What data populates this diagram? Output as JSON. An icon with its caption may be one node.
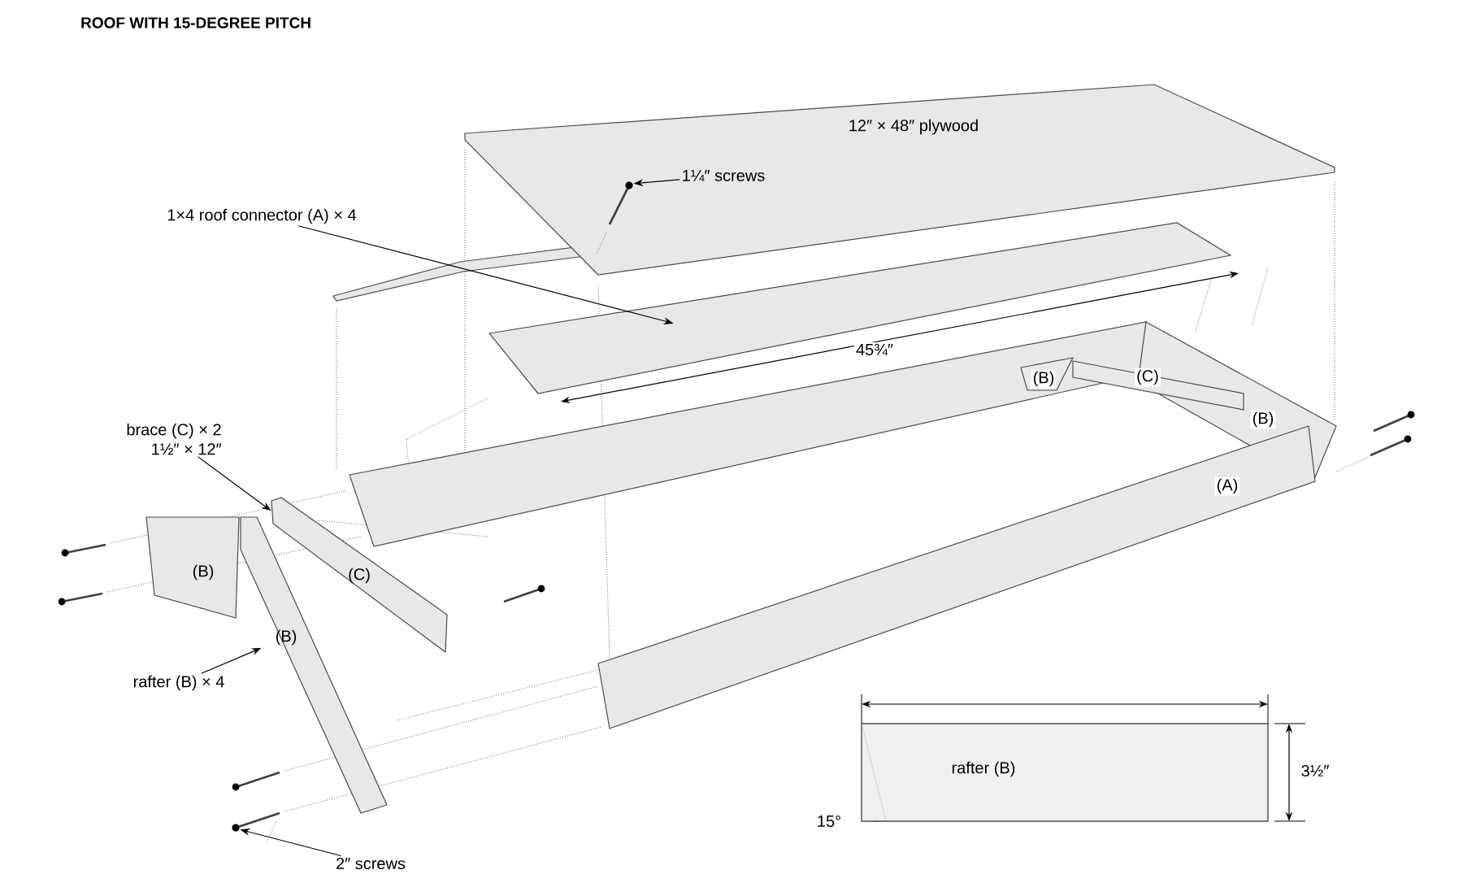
{
  "diagram": {
    "title": "ROOF WITH 15-DEGREE PITCH",
    "nodes": [
      {
        "text": [
          "12″ × 48″ plywood"
        ]
      },
      {
        "text": [
          "1¼″ screws"
        ],
        "in": 0
      },
      {
        "text": [],
        "shape": "picture",
        "in": 0
      },
      {
        "text": [
          "1×4 roof connector (A) × 4"
        ]
      },
      {
        "text": [],
        "shape": "picture"
      },
      {
        "text": [
          "brace (C) × 2",
          "1½″ × 12″"
        ]
      },
      {
        "text": [
          "(C)"
        ]
      },
      {
        "text": [
          "rafter (B) × 4"
        ]
      },
      {
        "text": [
          "(B)"
        ]
      },
      {
        "text": [
          "2″ screws"
        ]
      },
      {
        "text": [],
        "shape": "picture"
      },
      {
        "text": [
          "rafter (B)"
        ]
      },
      {
        "text": [
          "(B)"
        ]
      }
    ],
    "edges": [
      {
        "from": 1,
        "to": 2,
        "arrow": "to"
      },
      {
        "from": 3,
        "to": 4,
        "arrow": "to"
      },
      {
        "from": 5,
        "to": 6,
        "arrow": "to"
      },
      {
        "from": 7,
        "to": 8,
        "arrow": "to"
      },
      {
        "from": 9,
        "to": 10,
        "arrow": "to"
      }
    ],
    "labels": [
      "45¾″",
      "(B)",
      "(C)",
      "(B)",
      "(A)",
      "3½″",
      "15°"
    ]
  }
}
